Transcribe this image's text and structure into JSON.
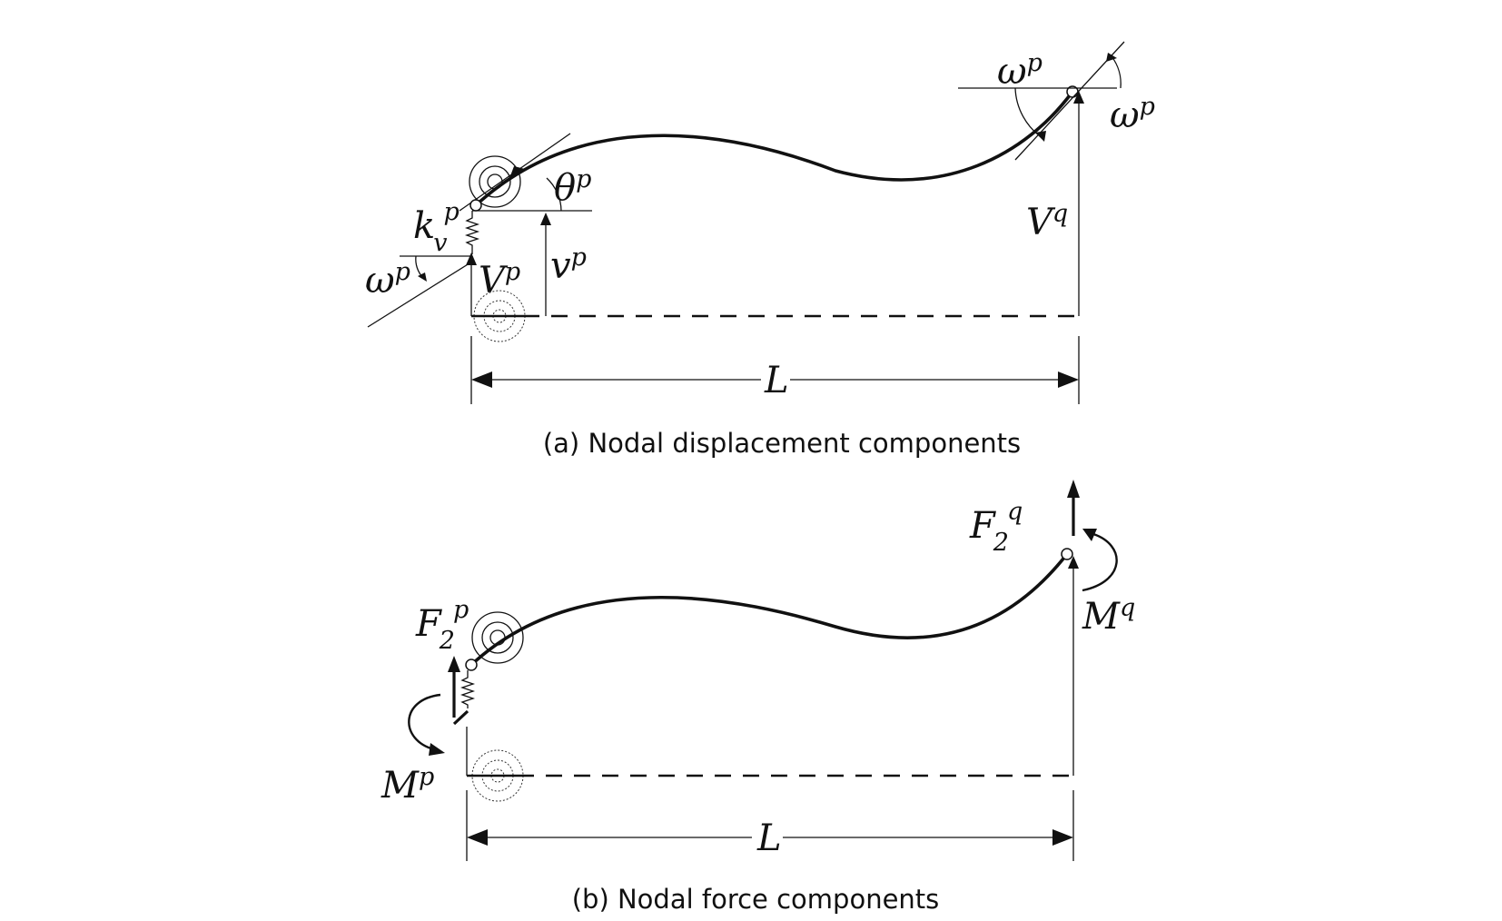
{
  "panel_a": {
    "caption": "(a) Nodal displacement components",
    "labels": {
      "omega_left": "ω",
      "omega_left_sup": "p",
      "k": "k",
      "k_sub": "v",
      "k_sup": "p",
      "V_left": "V",
      "V_left_sup": "p",
      "v_small": "v",
      "v_small_sup": "p",
      "theta": "θ",
      "theta_sup": "p",
      "omega_right_a": "ω",
      "omega_right_a_sup": "p",
      "omega_right_b": "ω",
      "omega_right_b_sup": "p",
      "V_right": "V",
      "V_right_sup": "q",
      "L": "L"
    }
  },
  "panel_b": {
    "caption": "(b) Nodal force components",
    "labels": {
      "F_left": "F",
      "F_left_sub": "2",
      "F_left_sup": "p",
      "M_left": "M",
      "M_left_sup": "p",
      "F_right": "F",
      "F_right_sub": "2",
      "F_right_sup": "q",
      "M_right": "M",
      "M_right_sup": "q",
      "L": "L"
    }
  },
  "colors": {
    "line": "#111111",
    "background": "#ffffff"
  }
}
